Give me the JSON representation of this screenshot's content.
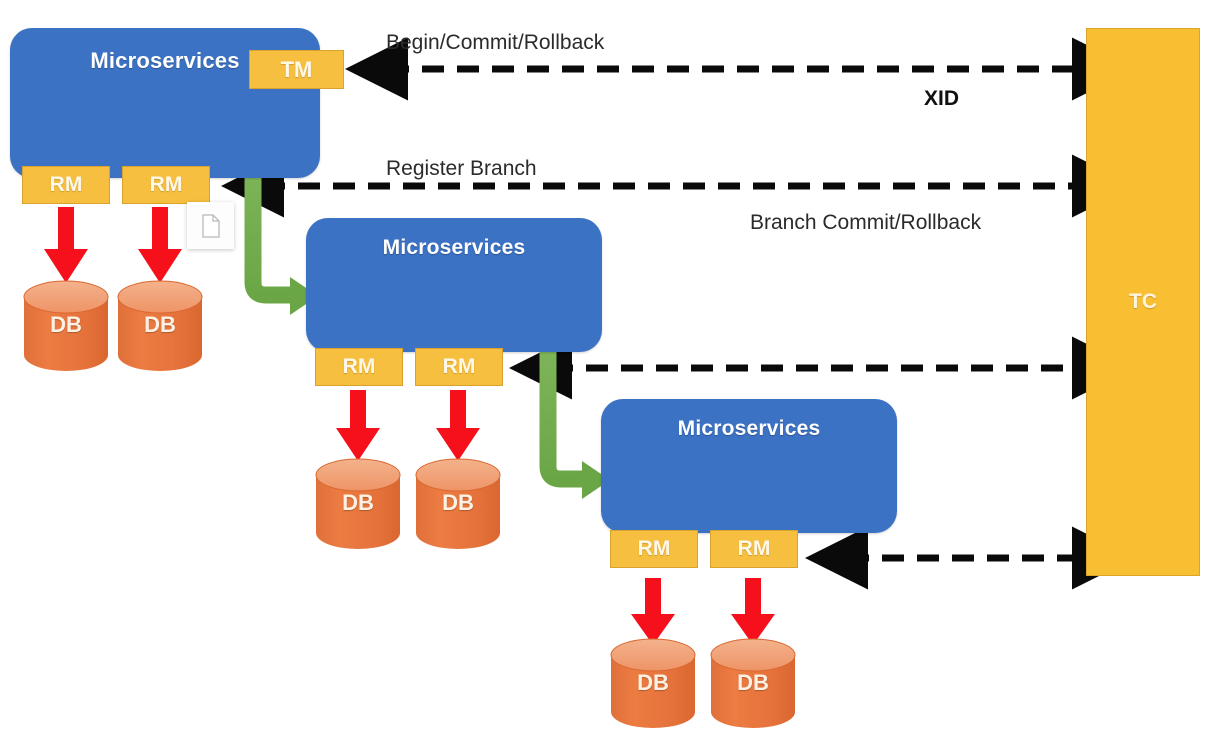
{
  "diagram": {
    "title": "Seata distributed transaction architecture",
    "colors": {
      "microservice_blue": "#3c72c4",
      "tag_yellow": "#f6bf3f",
      "tc_yellow": "#f9bf33",
      "db_orange": "#e8743b",
      "db_orange_top": "#f1a274",
      "arrow_red": "#f5101b",
      "arrow_green": "#71ad47",
      "arrow_black": "#0a0a0a"
    }
  },
  "services": [
    {
      "id": "ms-top",
      "name": "Microservices",
      "tm": {
        "label": "TM"
      },
      "rms": [
        {
          "label": "RM"
        },
        {
          "label": "RM"
        }
      ],
      "dbs": [
        {
          "label": "DB"
        },
        {
          "label": "DB"
        }
      ]
    },
    {
      "id": "ms-middle",
      "name": "Microservices",
      "rms": [
        {
          "label": "RM"
        },
        {
          "label": "RM"
        }
      ],
      "dbs": [
        {
          "label": "DB"
        },
        {
          "label": "DB"
        }
      ]
    },
    {
      "id": "ms-bottom",
      "name": "Microservices",
      "rms": [
        {
          "label": "RM"
        },
        {
          "label": "RM"
        }
      ],
      "dbs": [
        {
          "label": "DB"
        },
        {
          "label": "DB"
        }
      ]
    }
  ],
  "coordinator": {
    "label": "TC"
  },
  "edge_labels": {
    "begin_commit_rollback": "Begin/Commit/Rollback",
    "xid": "XID",
    "register_branch": "Register Branch",
    "branch_commit_rollback": "Branch Commit/Rollback"
  },
  "file_card": {
    "icon": "document-icon"
  }
}
